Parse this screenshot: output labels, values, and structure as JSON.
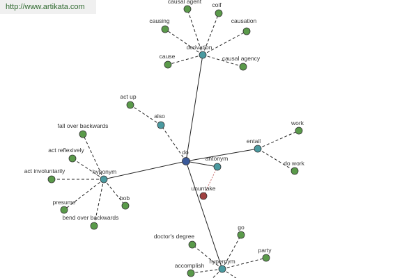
{
  "watermark": "http://www.artikata.com",
  "colors": {
    "leaf": "#5a9a4a",
    "relation": "#4a9aa0",
    "center": "#3a5a9a",
    "special": "#a04040"
  },
  "nodes": {
    "do": "do",
    "derivation": "derivation",
    "also": "also",
    "entail": "entail",
    "hyponym": "hyponym",
    "antonym": "antonym",
    "ununtake": "ununtake",
    "hypernym": "hypernym",
    "causal_agent": "causal agent",
    "coif": "coif",
    "causing": "causing",
    "causation": "causation",
    "cause": "cause",
    "causal_agency": "causal agency",
    "act_up": "act up",
    "work": "work",
    "do_work": "do work",
    "fall_over_backwards": "fall over backwards",
    "act_reflexively": "act reflexively",
    "act_involuntarily": "act involuntarily",
    "presume": "presume",
    "bob": "bob",
    "bend_over_backwards": "bend over backwards",
    "doctors_degree": "doctor's degree",
    "go": "go",
    "party": "party",
    "accomplish": "accomplish"
  }
}
